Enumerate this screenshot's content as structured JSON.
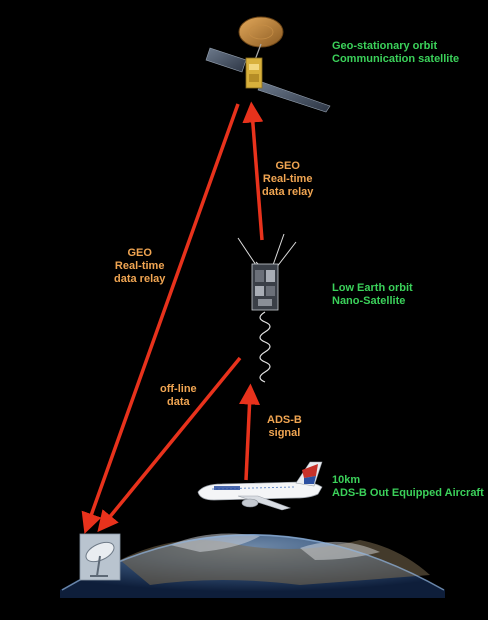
{
  "labels": {
    "geo_sat": [
      "Geo-stationary orbit",
      "Communication satellite"
    ],
    "leo_sat": [
      "Low Earth orbit",
      "Nano-Satellite"
    ],
    "aircraft": [
      "10km",
      "ADS-B Out Equipped Aircraft"
    ],
    "relay_right": [
      "GEO",
      "Real-time",
      "data relay"
    ],
    "relay_left": [
      "GEO",
      "Real-time",
      "data relay"
    ],
    "offline": [
      "off-line",
      "data"
    ],
    "adsb": [
      "ADS-B",
      "signal"
    ]
  },
  "colors": {
    "background": "#000000",
    "arrow": "#e8321c",
    "label_green": "#3bd15a",
    "label_orange": "#f0a552"
  }
}
